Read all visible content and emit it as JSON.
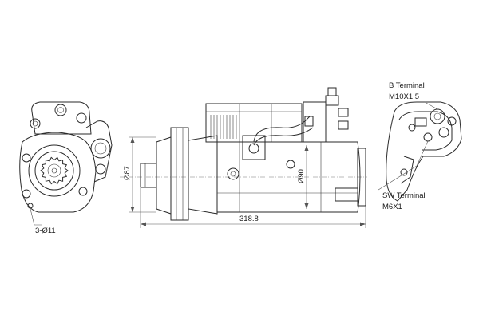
{
  "annotations": {
    "b_terminal_title": "B Terminal",
    "b_terminal_thread": "M10X1.5",
    "sw_terminal_title": "SW Terminal",
    "sw_terminal_thread": "M6X1",
    "mount_holes": "3-Ø11",
    "dim_length": "318.8",
    "dim_pilot_diameter": "Ø87",
    "dim_body_diameter": "Ø90"
  }
}
